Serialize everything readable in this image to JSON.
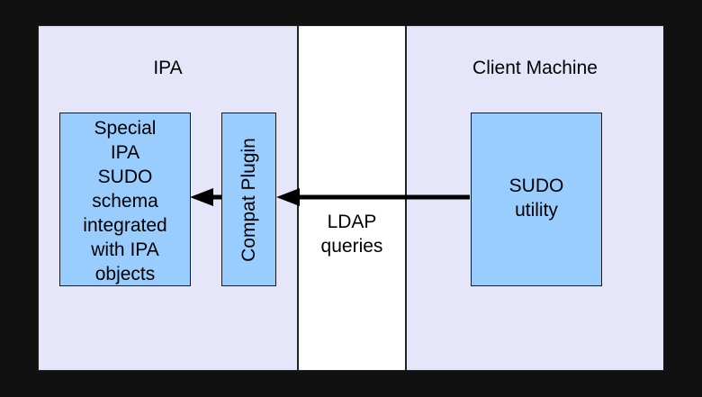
{
  "ipa": {
    "title": "IPA",
    "schema_lines": [
      "Special",
      "IPA",
      "SUDO",
      "schema",
      "integrated",
      "with IPA",
      "objects"
    ],
    "plugin_label": "Compat Plugin"
  },
  "middle": {
    "label_lines": [
      "LDAP",
      "queries"
    ]
  },
  "client": {
    "title": "Client Machine",
    "sudo_lines": [
      "SUDO",
      "utility"
    ]
  },
  "colors": {
    "background": "#111111",
    "region_fill": "#e6e6fa",
    "box_fill": "#99ccff",
    "channel_fill": "#ffffff",
    "arrow": "#000000"
  }
}
